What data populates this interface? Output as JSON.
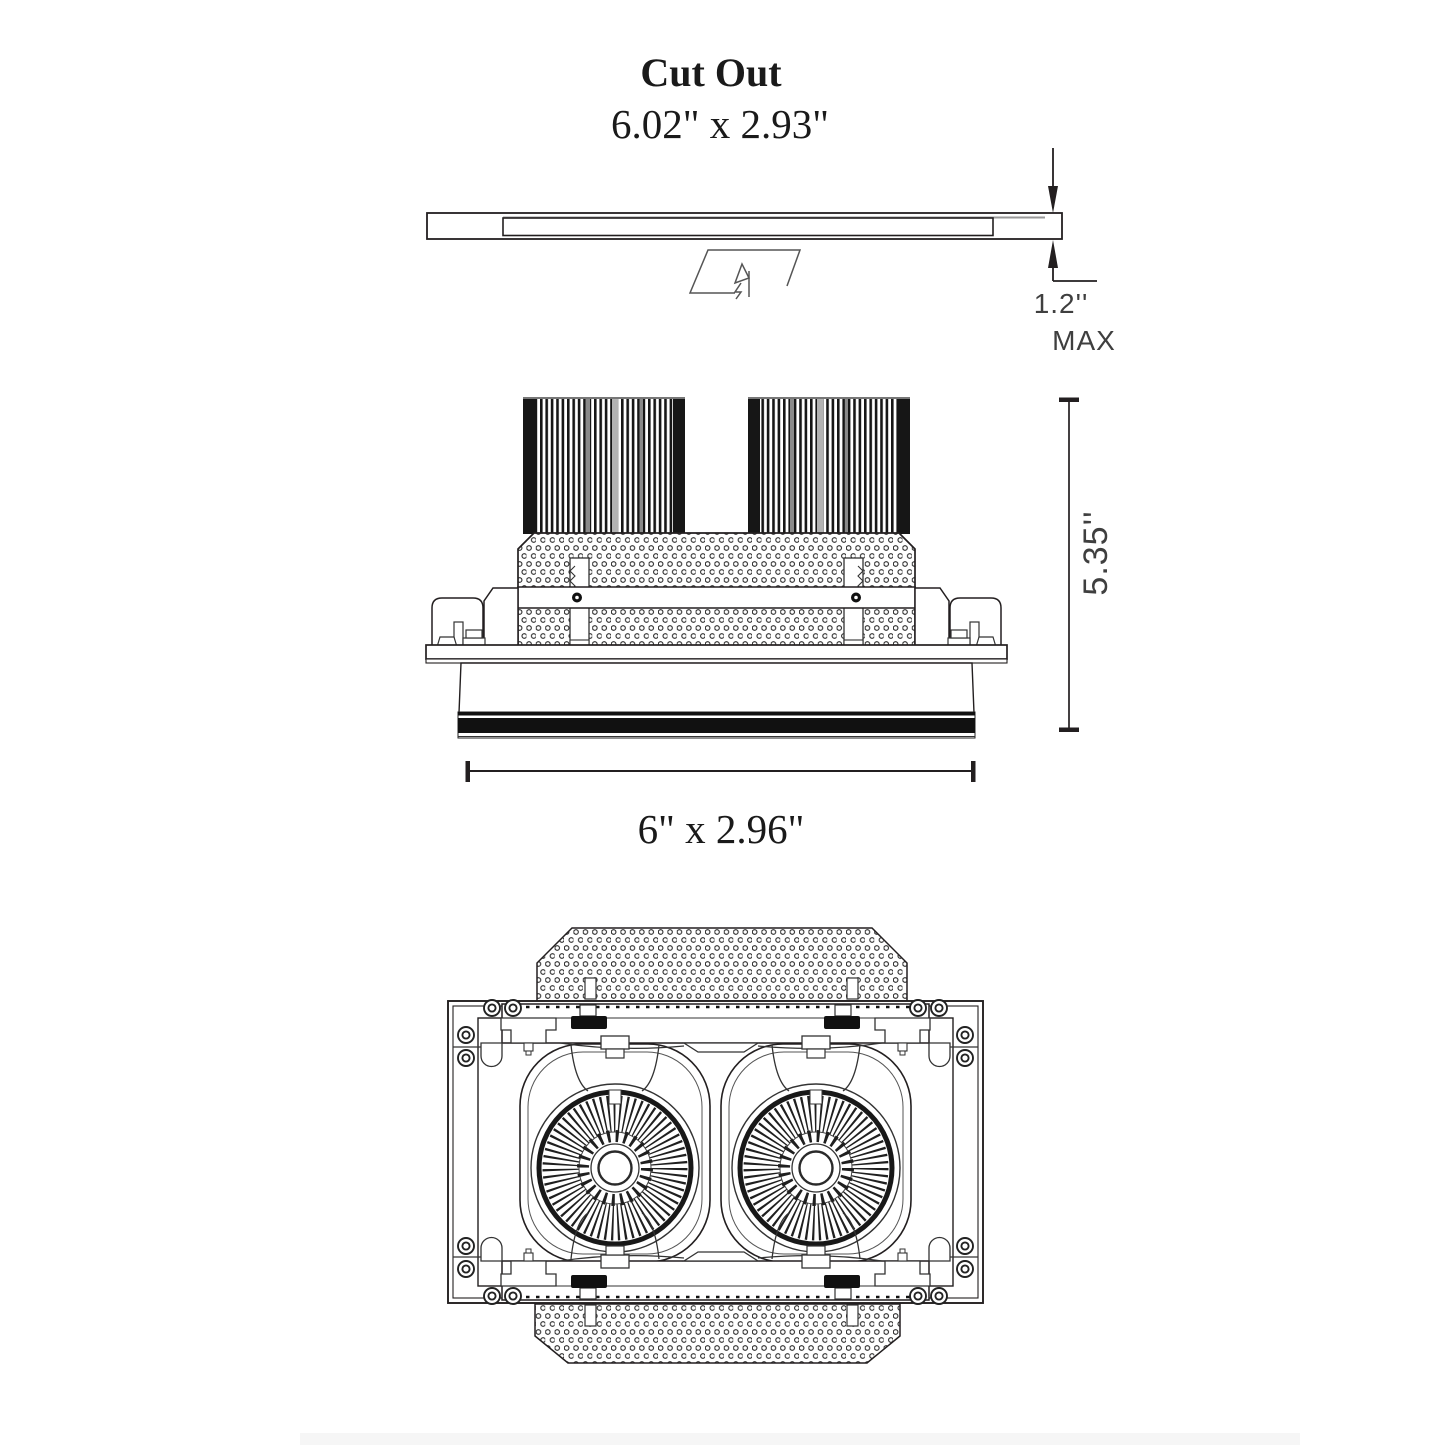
{
  "header": {
    "title": "Cut Out",
    "cutout_size": "6.02\" x 2.93\""
  },
  "side_view": {
    "thickness_value": "1.2''",
    "thickness_max": "MAX"
  },
  "front_view": {
    "height_value": "5.35''",
    "width_value": "6\" x 2.96\""
  },
  "colors": {
    "line": "#231f20",
    "dim_text": "#3f3f3f",
    "fin_dark": "#161616",
    "trim_black": "#111111",
    "paper": "#ffffff"
  }
}
